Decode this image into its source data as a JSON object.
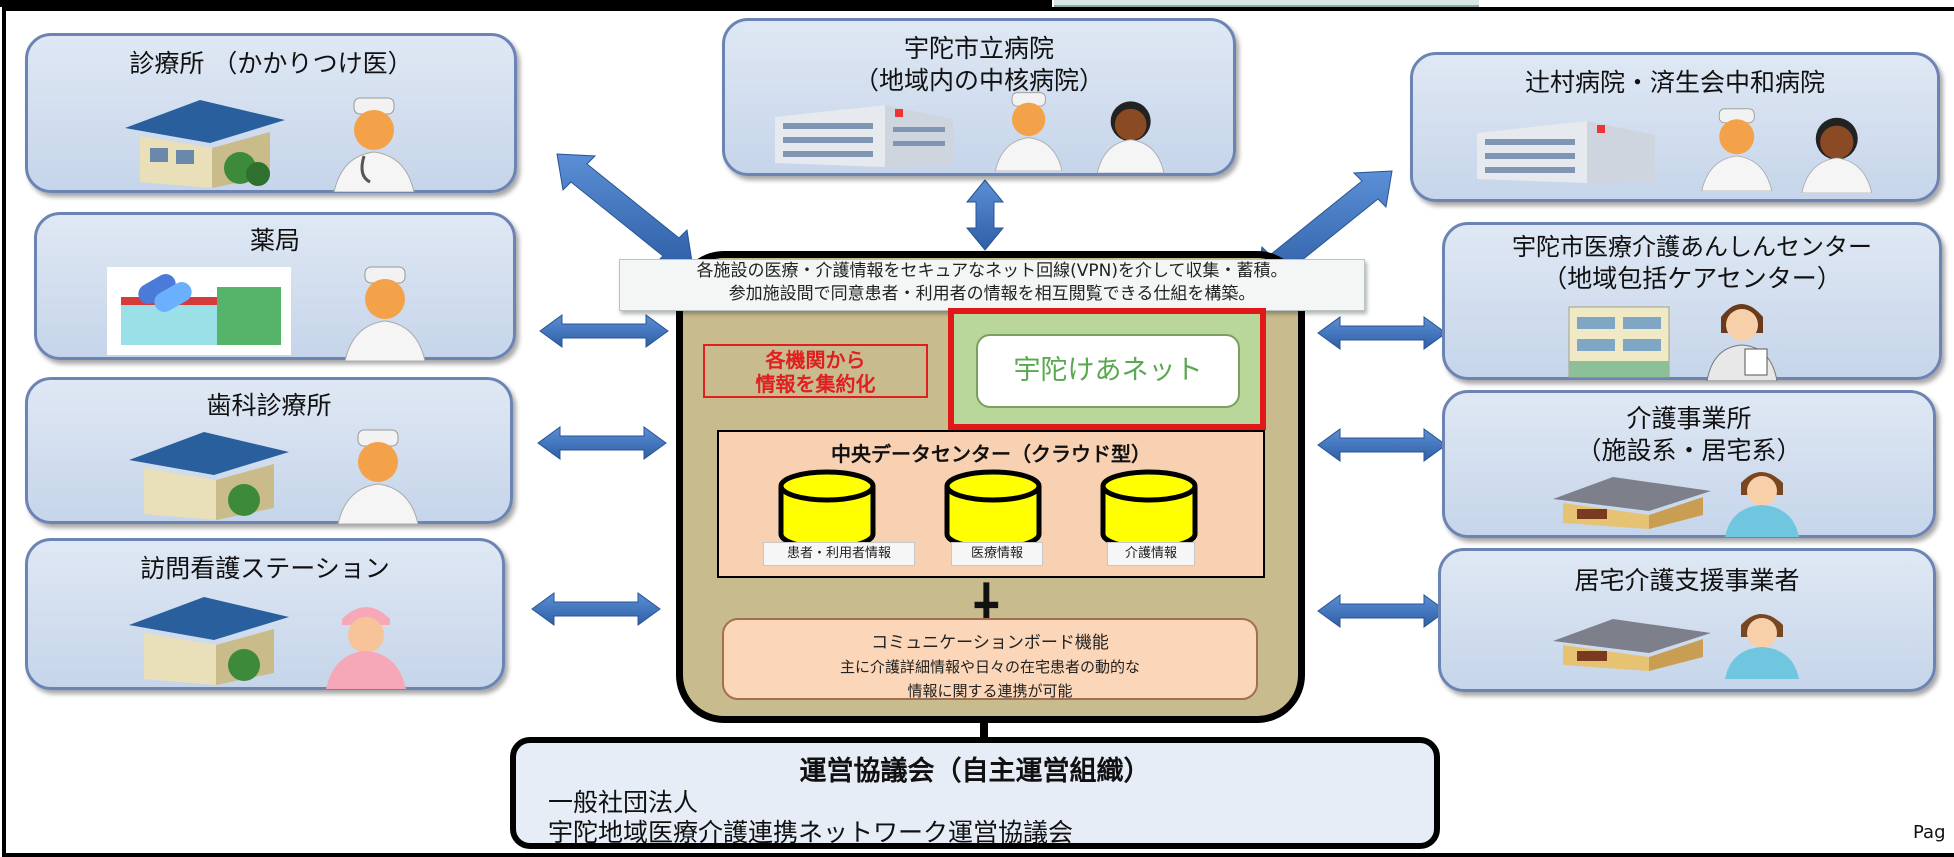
{
  "boxes": {
    "clinic": "診療所 （かかりつけ医）",
    "city_hospital_line1": "宇陀市立病院",
    "city_hospital_line2": "（地域内の中核病院）",
    "tsujimura": "辻村病院・済生会中和病院",
    "pharmacy": "薬局",
    "anshin_line1": "宇陀市医療介護あんしんセンター",
    "anshin_line2": "（地域包括ケアセンター）",
    "dental": "歯科診療所",
    "care_office_line1": "介護事業所",
    "care_office_line2": "（施設系・居宅系）",
    "visiting_nursing": "訪問看護ステーション",
    "home_care_support": "居宅介護支援事業者"
  },
  "center": {
    "vpn_line1": "各施設の医療・介護情報をセキュアなネット回線(VPN)を介して収集・蓄積。",
    "vpn_line2": "参加施設間で同意患者・利用者の情報を相互閲覧できる仕組を構築。",
    "aggregate_line1": "各機関から",
    "aggregate_line2": "情報を集約化",
    "logo_text": "宇陀けあネット",
    "datacenter_title": "中央データセンター（クラウド型）",
    "db_labels": [
      "患者・利用者情報",
      "医療情報",
      "介護情報"
    ],
    "plus": "╋",
    "comm_title": "コミュニケーションボード機能",
    "comm_body_line1": "主に介護詳細情報や日々の在宅患者の動的な",
    "comm_body_line2": "情報に関する連携が可能"
  },
  "council": {
    "title": "運営協議会（自主運営組織）",
    "line1": "一般社団法人",
    "line2": "宇陀地域医療介護連携ネットワーク運営協議会"
  },
  "footer": {
    "page": "Pag"
  },
  "colors": {
    "box_border": "#6b84b4",
    "arrow": "#3e73b9",
    "center_bg": "#c8bc8f",
    "db_yellow": "#ffff00"
  },
  "icons": [
    "house-icon",
    "doctor-icon",
    "hospital-building-icon",
    "pharmacy-icon",
    "nurse-icon",
    "caregiver-icon",
    "care-home-icon",
    "database-icon",
    "double-arrow-icon"
  ]
}
